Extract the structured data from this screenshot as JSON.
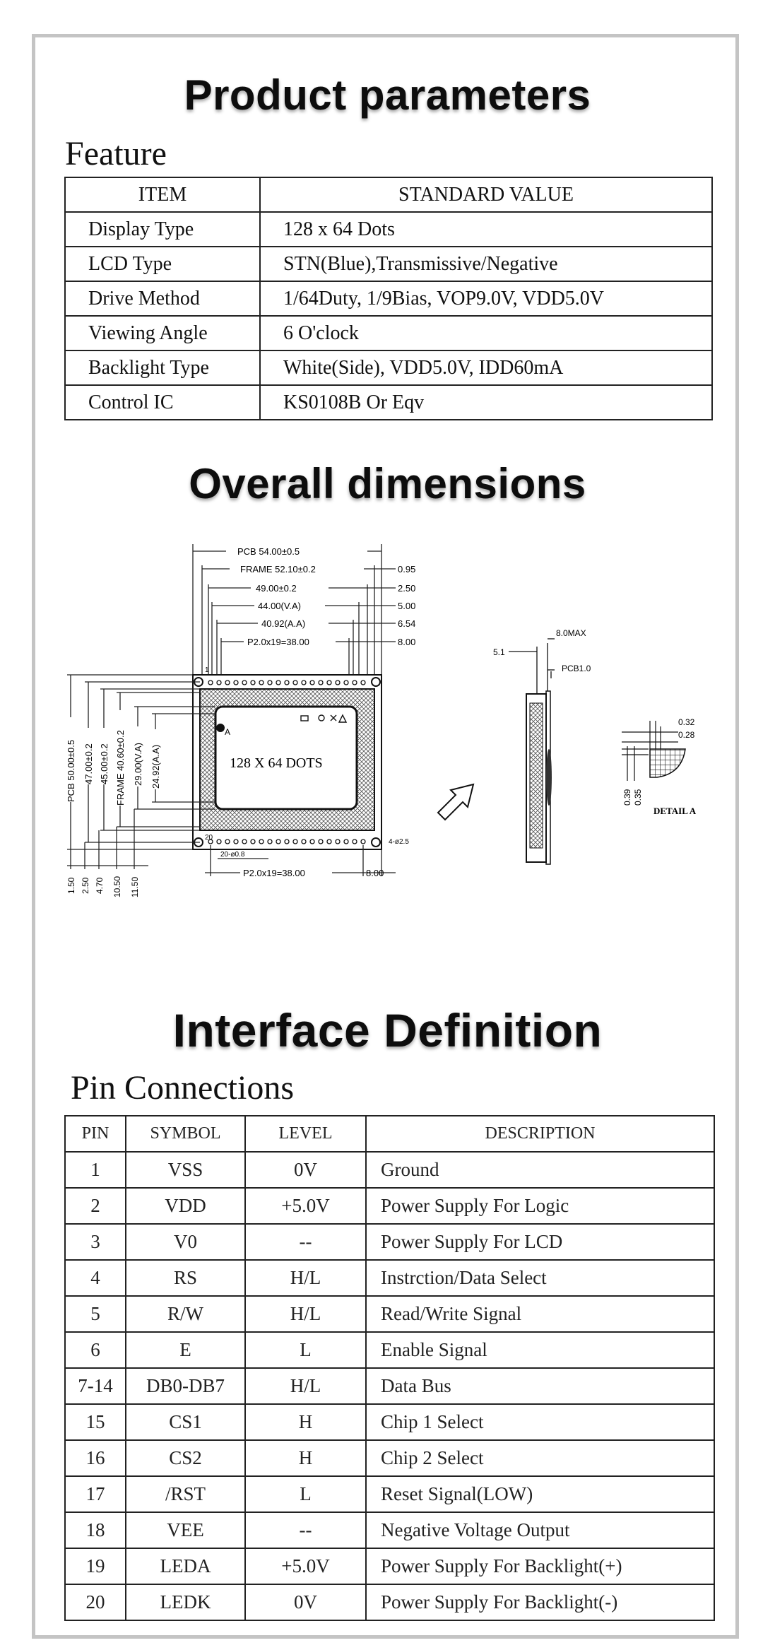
{
  "headings": {
    "product_parameters": "Product parameters",
    "overall_dimensions": "Overall dimensions",
    "interface_definition": "Interface Definition"
  },
  "feature": {
    "title": "Feature",
    "columns": [
      "ITEM",
      "STANDARD VALUE"
    ],
    "rows": [
      {
        "item": "Display Type",
        "value": "128 x 64 Dots"
      },
      {
        "item": "LCD Type",
        "value": "STN(Blue),Transmissive/Negative"
      },
      {
        "item": "Drive Method",
        "value": "1/64Duty, 1/9Bias, VOP9.0V, VDD5.0V"
      },
      {
        "item": "Viewing Angle",
        "value": "6 O'clock"
      },
      {
        "item": "Backlight Type",
        "value": "White(Side), VDD5.0V, IDD60mA"
      },
      {
        "item": "Control IC",
        "value": "KS0108B Or Eqv"
      }
    ]
  },
  "dimensions": {
    "top_labels": [
      "PCB 54.00±0.5",
      "FRAME 52.10±0.2",
      "49.00±0.2",
      "44.00(V.A)",
      "40.92(A.A)",
      "P2.0x19=38.00"
    ],
    "right_offsets": [
      "0.95",
      "2.50",
      "5.00",
      "6.54",
      "8.00"
    ],
    "vertical_labels": [
      "PCB 50.00±0.5",
      "47.00±0.2",
      "45.00±0.2",
      "FRAME 40.60±0.2",
      "29.00(V.A)",
      "24.92(A.A)"
    ],
    "bottom_offsets": [
      "1.50",
      "2.50",
      "4.70",
      "10.50",
      "11.50"
    ],
    "bottom_pitch": "P2.0x19=38.00",
    "bottom_right": "8.00",
    "pin_dia": "20-ø0.8",
    "hole_dia": "4-ø2.5",
    "pin1_label": "1",
    "pin20_label": "20",
    "corner_a": "A",
    "display_text": "128 X 64 DOTS",
    "side_labels": [
      "5.1",
      "8.0MAX",
      "PCB1.0"
    ],
    "detail_dims": [
      "0.32",
      "0.28",
      "0.39",
      "0.35"
    ],
    "detail_label": "DETAIL A"
  },
  "pins": {
    "title": "Pin Connections",
    "columns": [
      "PIN",
      "SYMBOL",
      "LEVEL",
      "DESCRIPTION"
    ],
    "rows": [
      {
        "pin": "1",
        "symbol": "VSS",
        "level": "0V",
        "desc": "Ground"
      },
      {
        "pin": "2",
        "symbol": "VDD",
        "level": "+5.0V",
        "desc": "Power Supply For Logic"
      },
      {
        "pin": "3",
        "symbol": "V0",
        "level": "--",
        "desc": "Power Supply For LCD"
      },
      {
        "pin": "4",
        "symbol": "RS",
        "level": "H/L",
        "desc": "Instrction/Data Select"
      },
      {
        "pin": "5",
        "symbol": "R/W",
        "level": "H/L",
        "desc": "Read/Write Signal"
      },
      {
        "pin": "6",
        "symbol": "E",
        "level": "L",
        "desc": "Enable Signal"
      },
      {
        "pin": "7-14",
        "symbol": "DB0-DB7",
        "level": "H/L",
        "desc": "Data Bus"
      },
      {
        "pin": "15",
        "symbol": "CS1",
        "level": "H",
        "desc": "Chip 1 Select"
      },
      {
        "pin": "16",
        "symbol": "CS2",
        "level": "H",
        "desc": "Chip 2 Select"
      },
      {
        "pin": "17",
        "symbol": "/RST",
        "level": "L",
        "desc": "Reset Signal(LOW)"
      },
      {
        "pin": "18",
        "symbol": "VEE",
        "level": "--",
        "desc": "Negative Voltage Output"
      },
      {
        "pin": "19",
        "symbol": "LEDA",
        "level": "+5.0V",
        "desc": "Power Supply For Backlight(+)"
      },
      {
        "pin": "20",
        "symbol": "LEDK",
        "level": "0V",
        "desc": "Power Supply For Backlight(-)"
      }
    ]
  }
}
